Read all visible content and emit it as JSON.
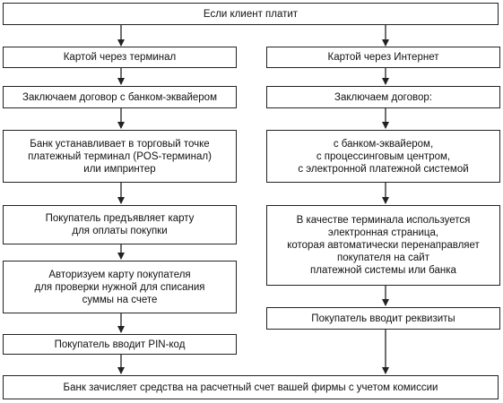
{
  "diagram": {
    "top": "Если клиент платит",
    "left": [
      "Картой через терминал",
      "Заключаем договор с банком-эквайером",
      "Банк устанавливает в торговый точке\nплатежный терминал (POS-терминал)\nили импринтер",
      "Покупатель предъявляет карту\nдля оплаты покупки",
      "Авторизуем карту покупателя\nдля проверки нужной для списания\nсуммы на счете",
      "Покупатель вводит PIN-код"
    ],
    "right": [
      "Картой через Интернет",
      "Заключаем договор:",
      "с банком-эквайером,\nс процессинговым центром,\nс электронной платежной системой",
      "В качестве терминала используется\nэлектронная страница,\nкоторая автоматически перенаправляет\nпокупателя на сайт\nплатежной системы или банка",
      "Покупатель вводит реквизиты"
    ],
    "bottom": "Банк зачисляет средства на расчетный счет вашей фирмы с учетом комиссии"
  }
}
